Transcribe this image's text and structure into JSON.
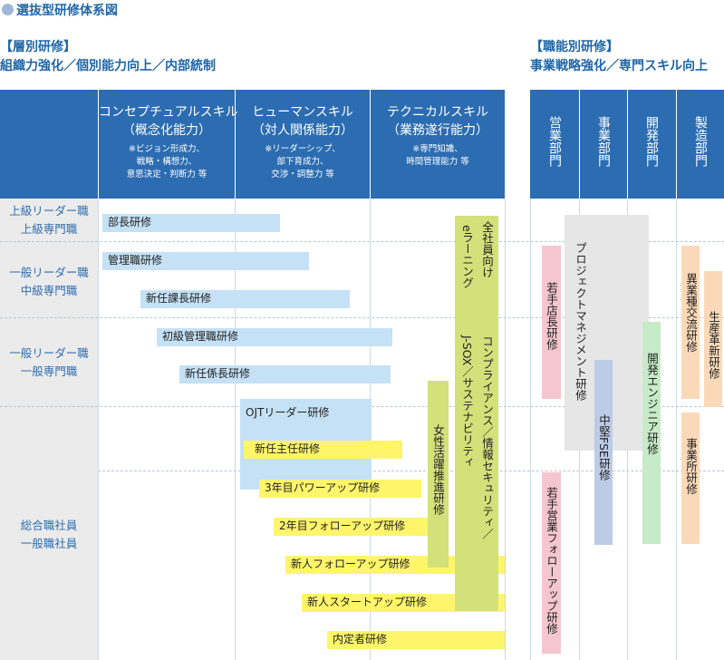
{
  "title": "選抜型研修体系図",
  "left_section": {
    "label": "【層別研修】",
    "sub": "組織力強化／個別能力向上／内部統制"
  },
  "right_section": {
    "label": "【職能別研修】",
    "sub": "事業戦略強化／専門スキル向上"
  },
  "skill_columns": [
    {
      "title": "コンセプチュアルスキル",
      "paren": "（概念化能力）",
      "note1": "※ビジョン形成力、",
      "note2": "戦略・構想力、",
      "note3": "意思決定・判断力 等"
    },
    {
      "title": "ヒューマンスキル",
      "paren": "（対人関係能力）",
      "note1": "※リーダーシップ、",
      "note2": "部下育成力、",
      "note3": "交渉・調整力 等"
    },
    {
      "title": "テクニカルスキル",
      "paren": "（業務遂行能力）",
      "note1": "※専門知識、",
      "note2": "時間管理能力 等",
      "note3": ""
    }
  ],
  "departments": [
    "営業部門",
    "事業部門",
    "開発部門",
    "製造部門"
  ],
  "levels": [
    {
      "line1": "上級リーダー職",
      "line2": "上級専門職"
    },
    {
      "line1": "一般リーダー職",
      "line2": "中級専門職"
    },
    {
      "line1": "一般リーダー職",
      "line2": "一般専門職"
    },
    {
      "line1": "総合職社員",
      "line2": "一般職社員"
    }
  ],
  "trainings": {
    "bucho": "部長研修",
    "kanrishoku": "管理職研修",
    "shinnin_kacho": "新任課長研修",
    "shokyu_kanri": "初級管理職研修",
    "shinnin_kakari": "新任係長研修",
    "ojt_leader": "OJTリーダー研修",
    "shinnin_shunin": "新任主任研修",
    "power_up_3": "3年目パワーアップ研修",
    "follow_up_2": "2年目フォローアップ研修",
    "new_follow_up": "新人フォローアップ研修",
    "new_start_up": "新人スタートアップ研修",
    "naiteisha": "内定者研修",
    "women_active": "女性活躍推進研修",
    "compliance_col1": "コンプライアンス／情報セキュリティ／",
    "compliance_col2": "J-SOX／サステナビリティ",
    "elearning_col1": "全社員向け",
    "elearning_col2": "eラーニング"
  },
  "dept_trainings": {
    "wakate_tencho": "若手店長研修",
    "wakate_eigyo_follow": "若手営業フォローアップ研修",
    "project_mgmt": "プロジェクトマネジメント研修",
    "chuken_fse": "中堅FSE研修",
    "kaihatsu_engineer": "開発エンジニア研修",
    "igyoshu_koryu": "異業種交流研修",
    "seisan_kakushin": "生産革新研修",
    "jigyosho": "事業所研修"
  }
}
